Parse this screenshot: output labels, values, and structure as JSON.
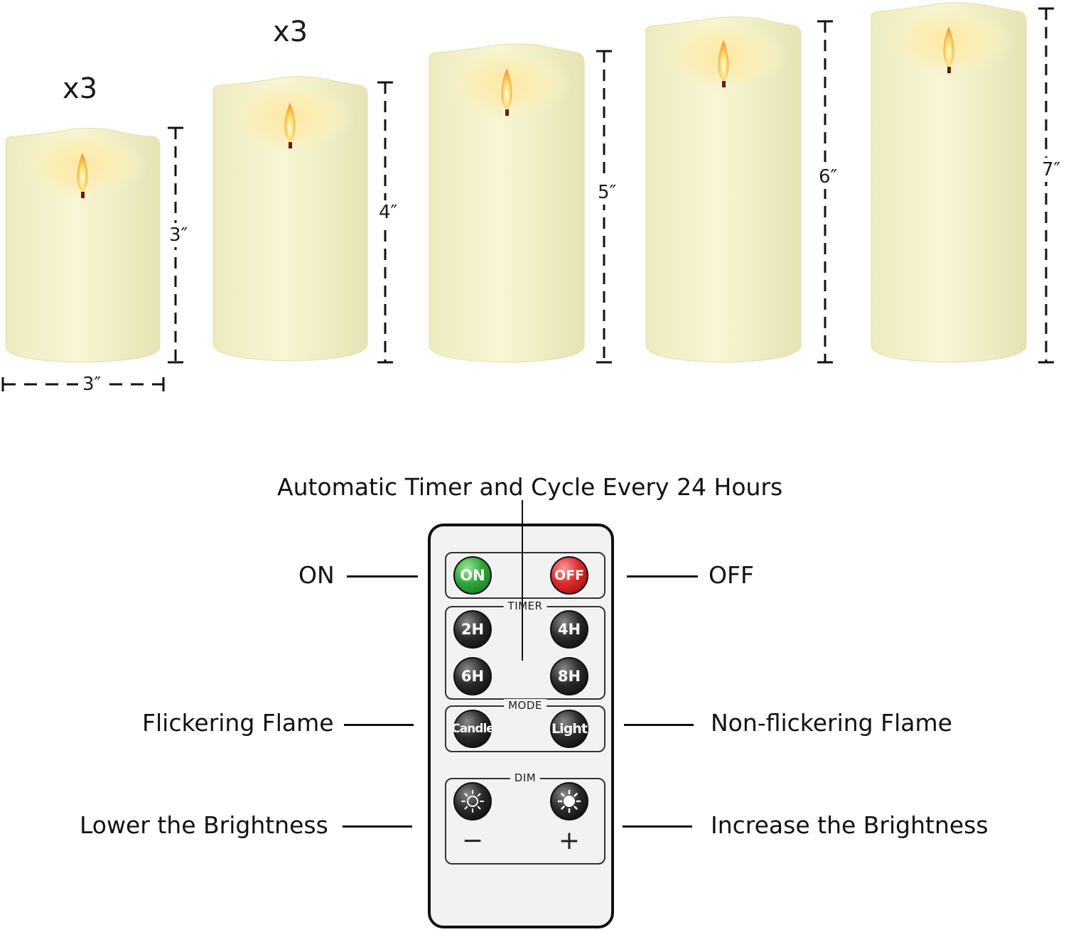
{
  "candles": {
    "quantities": [
      {
        "text": "x3"
      },
      {
        "text": "x3"
      }
    ],
    "heights": [
      {
        "text": "3″"
      },
      {
        "text": "4″"
      },
      {
        "text": "5″"
      },
      {
        "text": "6″"
      },
      {
        "text": "7″"
      }
    ],
    "width": {
      "text": "3″"
    },
    "colors": {
      "wax": "#f6f3c9",
      "flame": "#ffd84a"
    }
  },
  "remote": {
    "timer_note": "Automatic Timer and Cycle Every 24 Hours",
    "groups": {
      "timer": "TIMER",
      "mode": "MODE",
      "dim": "DIM"
    },
    "buttons": {
      "on": "ON",
      "off": "OFF",
      "2h": "2H",
      "4h": "4H",
      "6h": "6H",
      "8h": "8H",
      "candle": "Candle",
      "light": "Light",
      "minus": "−",
      "plus": "+"
    },
    "callouts": {
      "on": "ON",
      "off": "OFF",
      "flickering": "Flickering Flame",
      "non_flickering": "Non-flickering Flame",
      "lower": "Lower the Brightness",
      "increase": "Increase the Brightness"
    },
    "icons": {
      "dim_lower": "sun-outline-icon",
      "dim_higher": "sun-filled-icon"
    }
  }
}
